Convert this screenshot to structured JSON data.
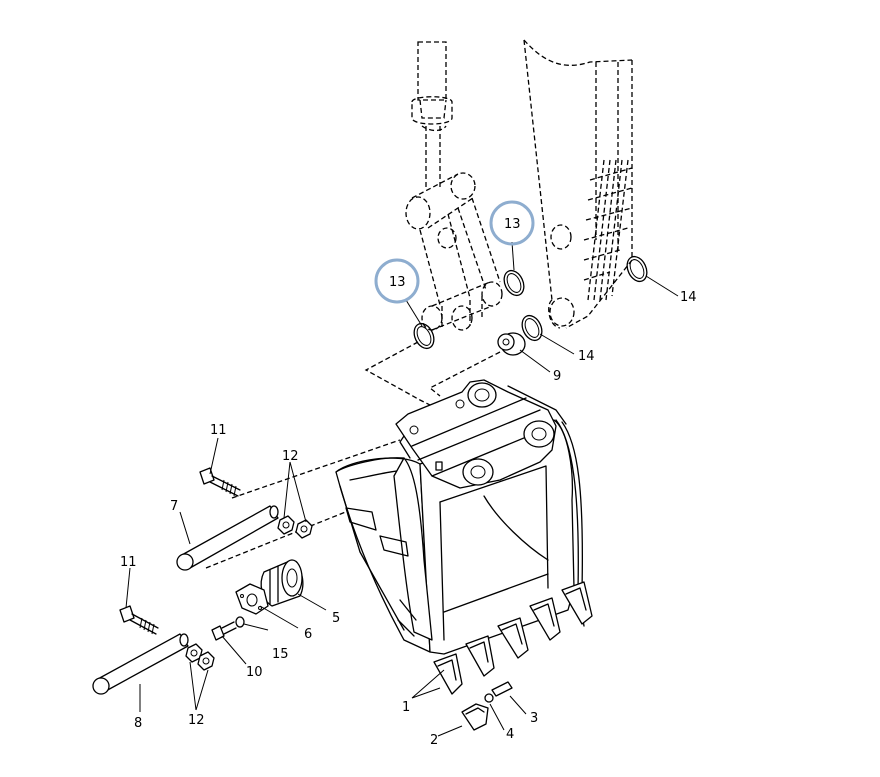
{
  "colors": {
    "highlight": "#8eadcf",
    "line": "#000000",
    "background": "#ffffff"
  },
  "callouts": [
    {
      "id": "c1",
      "label": "1"
    },
    {
      "id": "c2",
      "label": "2"
    },
    {
      "id": "c3",
      "label": "3"
    },
    {
      "id": "c4",
      "label": "4"
    },
    {
      "id": "c5",
      "label": "5"
    },
    {
      "id": "c6",
      "label": "6"
    },
    {
      "id": "c7",
      "label": "7"
    },
    {
      "id": "c8",
      "label": "8"
    },
    {
      "id": "c9",
      "label": "9"
    },
    {
      "id": "c10",
      "label": "10"
    },
    {
      "id": "c11a",
      "label": "11"
    },
    {
      "id": "c11b",
      "label": "11"
    },
    {
      "id": "c12a",
      "label": "12"
    },
    {
      "id": "c12b",
      "label": "12"
    },
    {
      "id": "c13a",
      "label": "13",
      "highlighted": true
    },
    {
      "id": "c13b",
      "label": "13",
      "highlighted": true
    },
    {
      "id": "c14a",
      "label": "14"
    },
    {
      "id": "c14b",
      "label": "14"
    },
    {
      "id": "c15",
      "label": "15"
    }
  ]
}
